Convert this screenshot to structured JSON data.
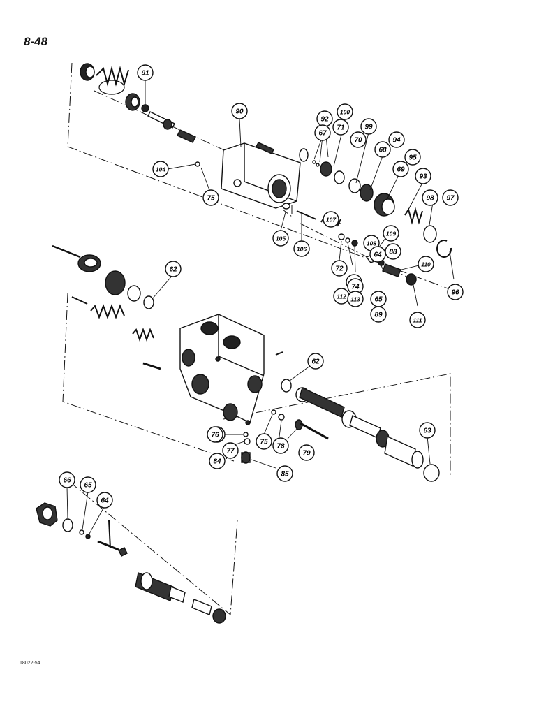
{
  "page": {
    "number": "8-48",
    "doc_code": "18022-54"
  },
  "callouts": [
    "91",
    "90",
    "92",
    "100",
    "67",
    "71",
    "99",
    "70",
    "94",
    "68",
    "95",
    "69",
    "93",
    "98",
    "97",
    "104",
    "75",
    "107",
    "109",
    "105",
    "106",
    "72",
    "108",
    "73",
    "112",
    "74",
    "113",
    "64",
    "88",
    "65",
    "89",
    "110",
    "111",
    "96",
    "62",
    "62",
    "83",
    "76",
    "84",
    "77",
    "75",
    "78",
    "79",
    "85",
    "63",
    "66",
    "65",
    "64"
  ]
}
